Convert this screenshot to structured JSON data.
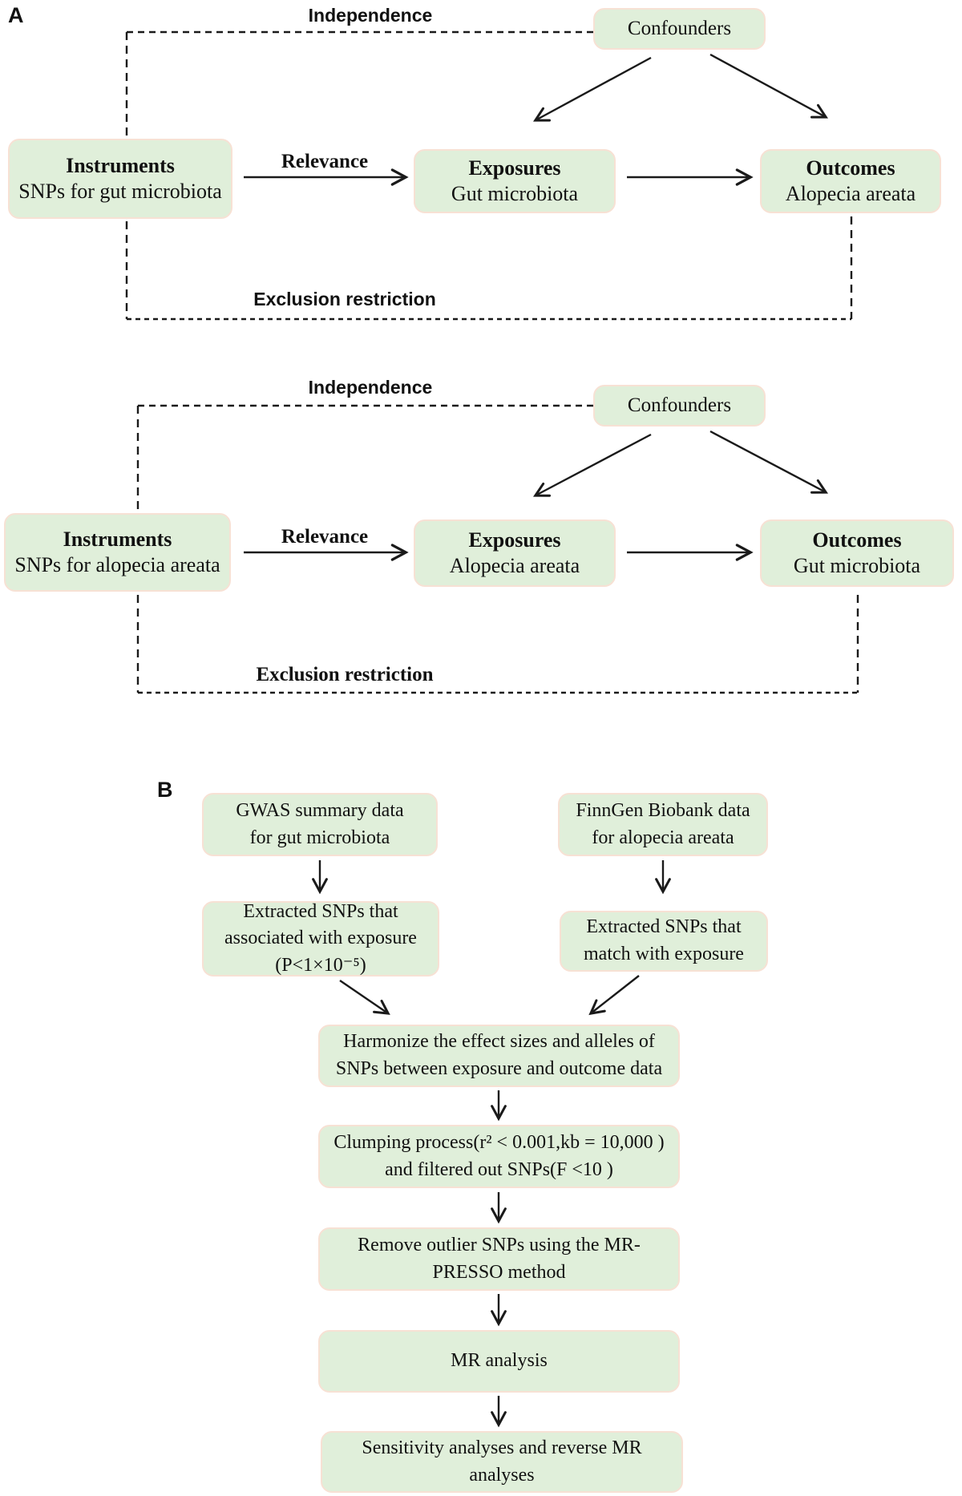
{
  "panel_a": {
    "label": "A",
    "diagram_top": {
      "independence": "Independence",
      "confounders": "Confounders",
      "instruments_title": "Instruments",
      "instruments_subtitle": "SNPs for gut microbiota",
      "relevance": "Relevance",
      "exposures_title": "Exposures",
      "exposures_subtitle": "Gut microbiota",
      "outcomes_title": "Outcomes",
      "outcomes_subtitle": "Alopecia areata",
      "exclusion": "Exclusion restriction"
    },
    "diagram_bottom": {
      "independence": "Independence",
      "confounders": "Confounders",
      "instruments_title": "Instruments",
      "instruments_subtitle": "SNPs for alopecia areata",
      "relevance": "Relevance",
      "exposures_title": "Exposures",
      "exposures_subtitle": "Alopecia areata",
      "outcomes_title": "Outcomes",
      "outcomes_subtitle": "Gut microbiota",
      "exclusion": "Exclusion restriction"
    }
  },
  "panel_b": {
    "label": "B",
    "gwas_box": "GWAS summary data\nfor gut microbiota",
    "finngen_box": "FinnGen Biobank data\nfor alopecia areata",
    "extracted_left_box": "Extracted SNPs that\nassociated with exposure\n(P<1×10⁻⁵)",
    "extracted_right_box": "Extracted SNPs that\nmatch with exposure",
    "harmonize_box": "Harmonize the effect sizes and alleles of\nSNPs between exposure and outcome data",
    "clumping_box": "Clumping process(r² < 0.001,kb = 10,000 )\nand filtered out SNPs(F <10 )",
    "mr_presso_box": "Remove outlier SNPs using the MR-\nPRESSO method",
    "mr_analysis_box": "MR analysis",
    "sensitivity_box": "Sensitivity analyses and reverse MR\nanalyses"
  },
  "colors": {
    "box_fill": "#e0efda",
    "box_border": "#f7e1d4",
    "line": "#1a1a1a"
  }
}
